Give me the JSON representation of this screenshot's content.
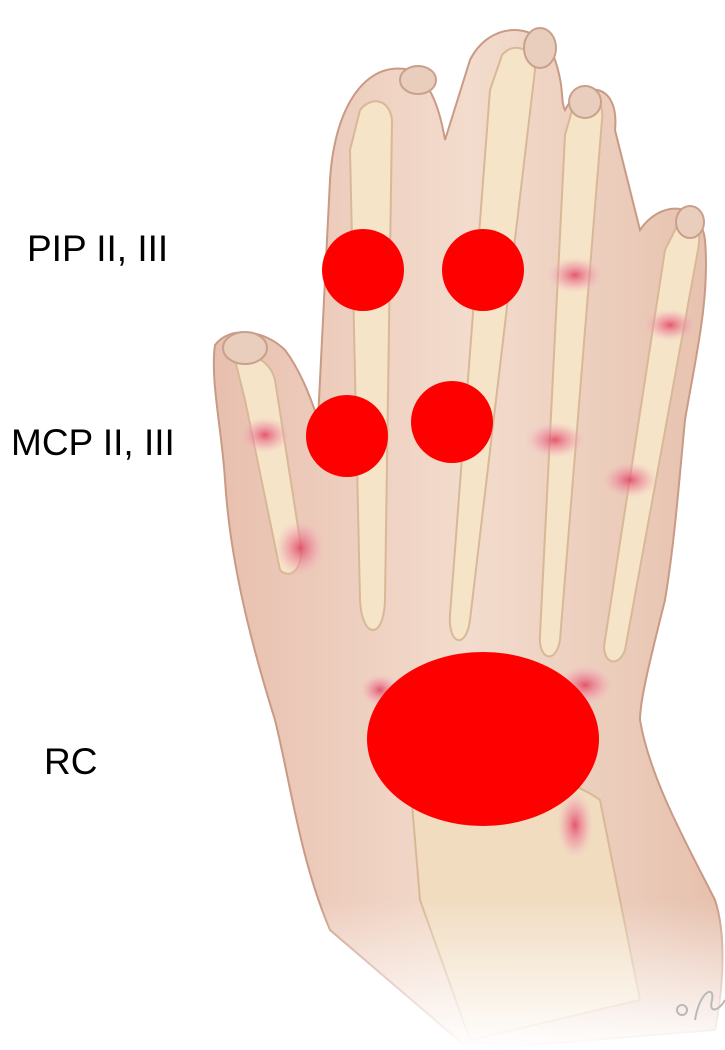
{
  "labels": {
    "pip": "PIP II, III",
    "mcp": "MCP II, III",
    "rc": "RC"
  },
  "markers": [
    {
      "name": "pip-ii-marker",
      "joint": "PIP II"
    },
    {
      "name": "pip-iii-marker",
      "joint": "PIP III"
    },
    {
      "name": "mcp-ii-marker",
      "joint": "MCP II"
    },
    {
      "name": "mcp-iii-marker",
      "joint": "MCP III"
    },
    {
      "name": "rc-marker",
      "joint": "RC"
    }
  ],
  "colors": {
    "marker": "#ff0000",
    "skin": "#f0d2c2",
    "skin_shadow": "#d9a890",
    "bone": "#f3e2c4",
    "inflammation": "#e8607a",
    "outline": "#b0806c",
    "text": "#000000"
  },
  "illustration": "hand-anatomy-illustration"
}
